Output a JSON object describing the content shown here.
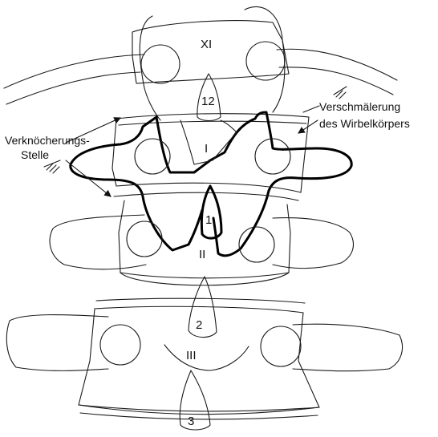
{
  "figure": {
    "vertebra_labels": {
      "xi": "XI",
      "i": "I",
      "ii": "II",
      "iii": "III"
    },
    "spinous_labels": {
      "s12": "12",
      "s1": "1",
      "s2": "2",
      "s3": "3"
    },
    "annotations": {
      "ossification_line1": "Verknöcherungs-",
      "ossification_line2": "Stelle",
      "narrowing_line1": "Verschmälerung",
      "narrowing_line2": "des Wirbelkörpers"
    }
  }
}
